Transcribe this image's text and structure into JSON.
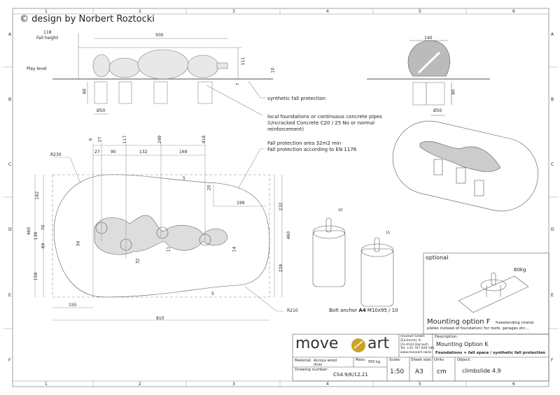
{
  "copyright": "© design by Norbert Roztocki",
  "grid": {
    "columns": [
      "1",
      "2",
      "3",
      "4",
      "5",
      "6"
    ],
    "rows": [
      "A",
      "B",
      "C",
      "D",
      "E",
      "F"
    ]
  },
  "elevation": {
    "fall_height_value": "118",
    "fall_height_label": "Fall height",
    "play_level": "Play level",
    "length": "500",
    "height": "111",
    "ten": "10",
    "seven": "7",
    "foundation_height": "80",
    "diameter": "Ø50"
  },
  "side_view": {
    "width": "140",
    "foundation_height": "80",
    "diameter": "Ø50"
  },
  "notes": {
    "synthetic": "synthetic fall protection",
    "foundations_1": "local foundations or continuous concrete pipes",
    "foundations_2": "(Uncracked Concrete C20 / 25 No or normal",
    "foundations_3": "reinforcement)",
    "area_1": "Fall protection area 32m2 min",
    "area_2": "Fall protection according to EN 1176"
  },
  "plan": {
    "top_dims": [
      "0",
      "27",
      "117",
      "249",
      "418"
    ],
    "chain_dims": [
      "27",
      "90",
      "132",
      "169"
    ],
    "r230": "R230",
    "r210": "R210",
    "left_dims": [
      "162",
      "70",
      "139",
      "69",
      "159"
    ],
    "total_height": "460",
    "right_dims": [
      "232",
      "228"
    ],
    "right_total": "460",
    "d20": "20",
    "d199": "199",
    "d5a": "5",
    "d5b": "5",
    "d34": "34",
    "d32": "32",
    "d11": "11",
    "d14": "14",
    "d155": "155",
    "d810": "810"
  },
  "anchors": {
    "tag1": "10",
    "tag2": "11",
    "caption_pre": "Bolt anchor ",
    "caption_bold": "A4",
    "caption_post": " M10x95 / 10"
  },
  "optional": {
    "title": "optional",
    "weight": "60kg",
    "mounting_title": "Mounting option F",
    "mounting_desc_1": "freestending (metal",
    "mounting_desc_2": "plates instead of foundation( for roofs, garages etc..."
  },
  "title_block": {
    "logo_left": "move",
    "logo_right": "art",
    "company": [
      "moveart GmbH",
      "Zürcherstr. 8",
      "CH-4143 Dornach",
      "Tel. +41 767 929 546",
      "www.moveart.swiss"
    ],
    "description_label": "Description:",
    "description": "Mounting Option K",
    "description_sub": "Foundations + fall space / synthetic fall protection",
    "material_label": "Material:",
    "material": "Accoya wood /Inox",
    "mass_label": "Mass:",
    "mass": "550 kg",
    "drawing_number_label": "Drawing number:",
    "drawing_number": "CS4.9/K/12.21",
    "scale_label": "Scale:",
    "scale": "1:50",
    "sheet_label": "Sheet size:",
    "sheet": "A3",
    "units_label": "Units",
    "units": "cm",
    "object_label": "Object:",
    "object": "climbslide 4.9"
  },
  "colors": {
    "line": "#555555",
    "logo_gold": "#c9a227",
    "logo_text": "#333333"
  }
}
